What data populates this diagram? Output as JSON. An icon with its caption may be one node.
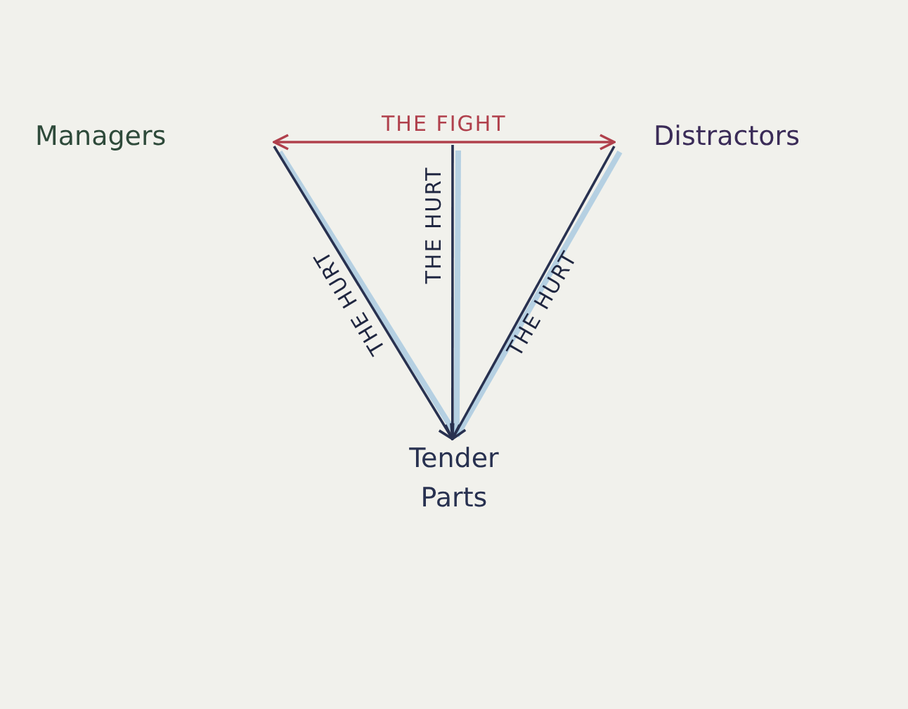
{
  "diagram": {
    "nodes": [
      {
        "text": [
          "Managers"
        ]
      },
      {
        "text": [
          "Distractors"
        ]
      },
      {
        "text": [
          "Tender Parts"
        ]
      }
    ],
    "edges": [
      {
        "from": 0,
        "to": 1,
        "arrow": "both",
        "label": "THE FIGHT",
        "color": "#b0404c"
      },
      {
        "from": 0,
        "to": 2,
        "arrow": "to",
        "label": "THE HURT"
      },
      {
        "from": null,
        "to": 2,
        "arrow": "to",
        "label": "THE HURT"
      },
      {
        "from": 1,
        "to": 2,
        "arrow": "to",
        "label": "THE HURT"
      }
    ]
  }
}
